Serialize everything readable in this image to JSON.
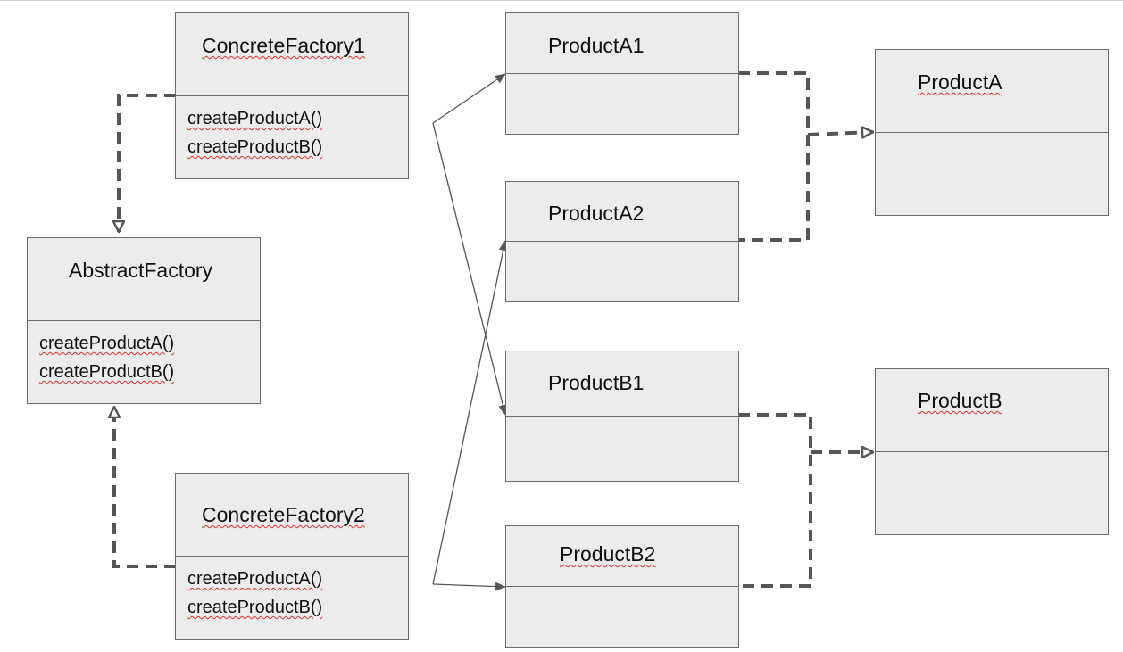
{
  "boxes": {
    "concrete_factory_1": {
      "title": "ConcreteFactory1",
      "methods": [
        "createProductA()",
        "createProductB()"
      ]
    },
    "abstract_factory": {
      "title": "AbstractFactory",
      "methods": [
        "createProductA()",
        "createProductB()"
      ]
    },
    "concrete_factory_2": {
      "title": "ConcreteFactory2",
      "methods": [
        "createProductA()",
        "createProductB()"
      ]
    },
    "product_a1": {
      "title": "ProductA1"
    },
    "product_a2": {
      "title": "ProductA2"
    },
    "product_b1": {
      "title": "ProductB1"
    },
    "product_b2": {
      "title": "ProductB2"
    },
    "product_a": {
      "title": "ProductA"
    },
    "product_b": {
      "title": "ProductB"
    }
  },
  "colors": {
    "box_fill": "#ececec",
    "box_border": "#6b6b6b",
    "dashed_connector": "#555555",
    "solid_arrow": "#555555",
    "spellcheck_underline": "#e03030"
  }
}
